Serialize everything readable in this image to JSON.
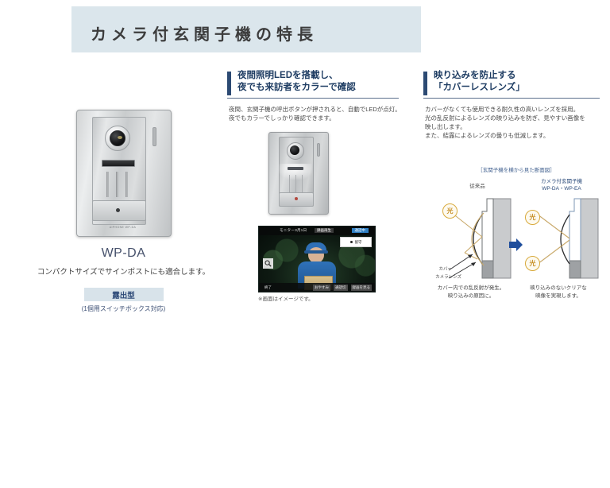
{
  "header": {
    "title": "カメラ付玄関子機の特長"
  },
  "left_product": {
    "model": "WP-DA",
    "description": "コンパクトサイズでサインポストにも適合します。",
    "badge": "露出型",
    "badge_note": "(1個用スイッチボックス対応)",
    "device_brand": "AIPHONE WP-DA"
  },
  "middle_feature": {
    "heading_line1": "夜間照明LEDを搭載し、",
    "heading_line2": "夜でも来訪者をカラーで確認",
    "body_line1": "夜間、玄関子機の呼出ボタンが押されると、自動でLEDが点灯。",
    "body_line2": "夜でもカラーでしっかり確認できます。",
    "monitor": {
      "title": "モニター3月1日",
      "tag": "録画再生",
      "mode": "通話中",
      "pill": "留守",
      "buttons": [
        "終了",
        "おやすみ",
        "通話切",
        "録画を見る"
      ]
    },
    "note": "※画面はイメージです。"
  },
  "right_feature": {
    "heading_line1": "映り込みを防止する",
    "heading_line2": "「カバーレスレンズ」",
    "body_line1": "カバーがなくても使用できる耐久性の高いレンズを採用。",
    "body_line2": "光の乱反射によるレンズの映り込みを防ぎ、見やすい画像を",
    "body_line3": "映し出します。",
    "body_line4": "また、結露によるレンズの曇りも低減します。",
    "diagram": {
      "caption": "［玄関子機を横から見た断面図］",
      "label_old": "従来品",
      "label_new_line1": "カメラ付玄関子機",
      "label_new_line2": "WP-DA・WP-EA",
      "light_label": "光",
      "pointer_cover": "カバー",
      "pointer_lens": "カメラレンズ",
      "note_old_line1": "カバー内での乱反射が発生。",
      "note_old_line2": "映り込みの原因に。",
      "note_new_line1": "映り込みのないクリアな",
      "note_new_line2": "映像を実現します。"
    }
  },
  "colors": {
    "banner_bg": "#dbe6ec",
    "heading_bar": "#2c4a73",
    "heading_text": "#1f3d63",
    "badge_bg": "#d8e3ea",
    "arrow": "#1f4e9c",
    "sun_border": "#d8a93a"
  }
}
